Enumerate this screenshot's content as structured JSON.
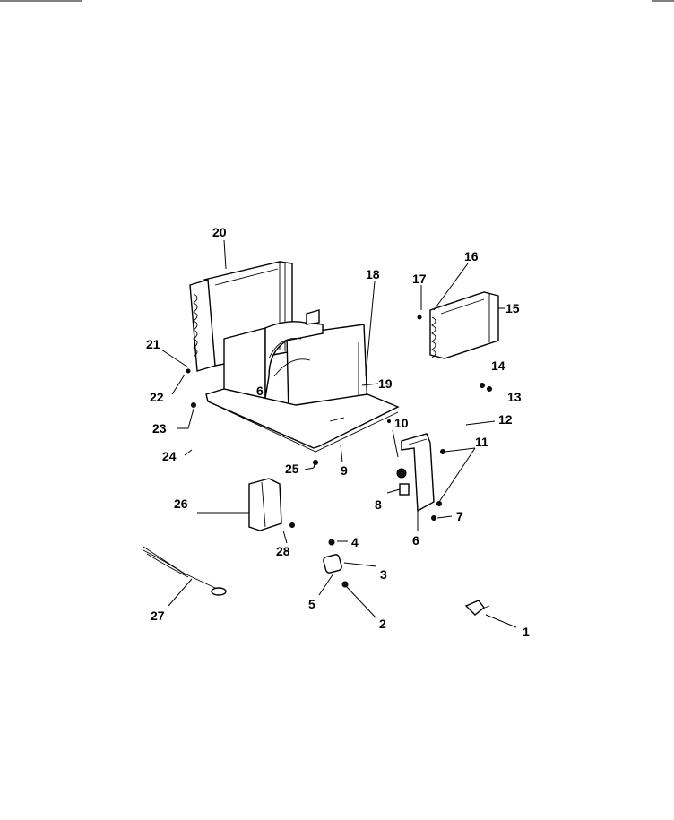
{
  "diagram": {
    "labels": [
      "1",
      "2",
      "3",
      "4",
      "5",
      "6",
      "6",
      "7",
      "8",
      "9",
      "10",
      "11",
      "12",
      "13",
      "14",
      "15",
      "16",
      "17",
      "18",
      "19",
      "20",
      "21",
      "22",
      "23",
      "24",
      "25",
      "26",
      "27",
      "28"
    ]
  }
}
